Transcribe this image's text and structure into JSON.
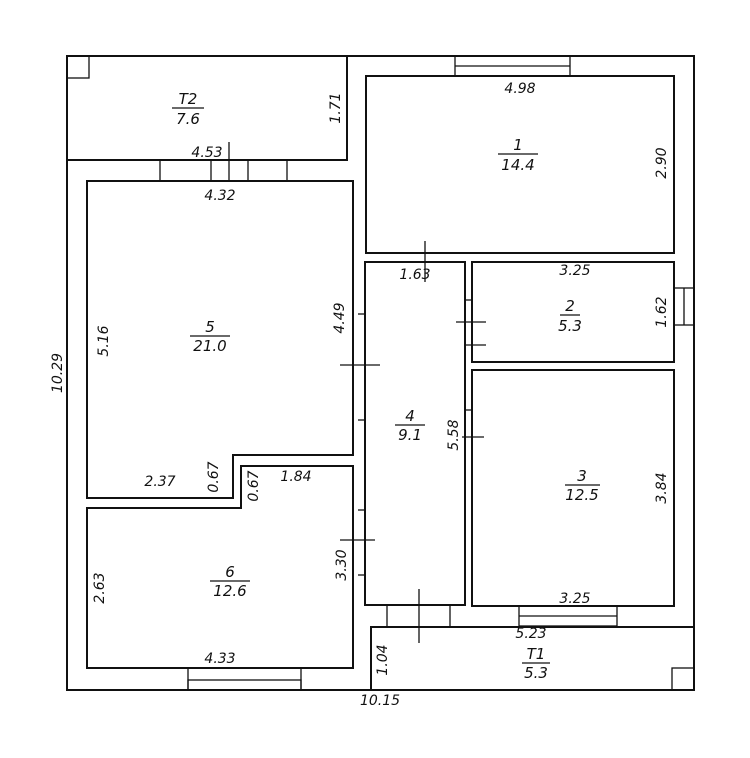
{
  "rooms": {
    "t2": {
      "name": "Т2",
      "area": "7.6"
    },
    "r1": {
      "name": "1",
      "area": "14.4"
    },
    "r2": {
      "name": "2",
      "area": "5.3"
    },
    "r3": {
      "name": "3",
      "area": "12.5"
    },
    "r4": {
      "name": "4",
      "area": "9.1"
    },
    "r5": {
      "name": "5",
      "area": "21.0"
    },
    "r6": {
      "name": "6",
      "area": "12.6"
    },
    "t1": {
      "name": "Т1",
      "area": "5.3"
    }
  },
  "dims": {
    "overall_height": "10.29",
    "overall_width": "10.15",
    "t2_width": "4.53",
    "t2_height": "1.71",
    "r1_width": "4.98",
    "r1_height": "2.90",
    "r5_width": "4.32",
    "r5_left_height": "5.16",
    "r5_right_height": "4.49",
    "r5_bottom": "2.37",
    "step_a": "0.67",
    "step_b": "0.67",
    "r6_top": "1.84",
    "r6_left": "2.63",
    "r6_right": "3.30",
    "r6_bottom": "4.33",
    "r4_width": "1.63",
    "r4_height": "5.58",
    "r2_width": "3.25",
    "r2_height": "1.62",
    "r3_height": "3.84",
    "r3_bottom": "3.25",
    "t1_width": "5.23",
    "t1_height": "1.04"
  }
}
